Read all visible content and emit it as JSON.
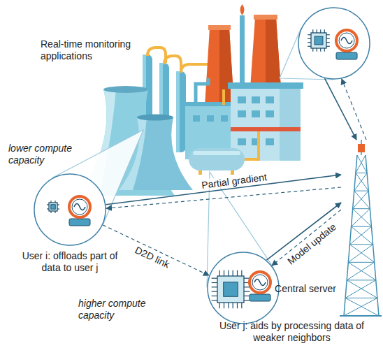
{
  "diagram": {
    "nodes": [
      {
        "text": [
          "lower compute capacity",
          "User i: offloads part of data to user j"
        ]
      },
      {
        "text": [
          "higher compute capacity",
          "User j: aids by processing data of weaker neighbors"
        ]
      },
      {
        "text": []
      },
      {
        "text": [
          "Central server"
        ]
      }
    ],
    "edges": [
      {
        "from": 0,
        "to": 3,
        "arrow": "to",
        "label": "Partial gradient"
      },
      {
        "from": 3,
        "to": 0,
        "arrow": "to"
      },
      {
        "from": 0,
        "to": 1,
        "arrow": "to",
        "label": "D2D link"
      },
      {
        "from": 1,
        "to": 3,
        "arrow": "to"
      },
      {
        "from": 3,
        "to": 1,
        "arrow": "to",
        "label": "Model update"
      },
      {
        "from": 2,
        "to": 3,
        "arrow": "to"
      },
      {
        "from": 3,
        "to": 2,
        "arrow": "to"
      }
    ],
    "labels": [
      "Real-time monitoring applications"
    ]
  }
}
